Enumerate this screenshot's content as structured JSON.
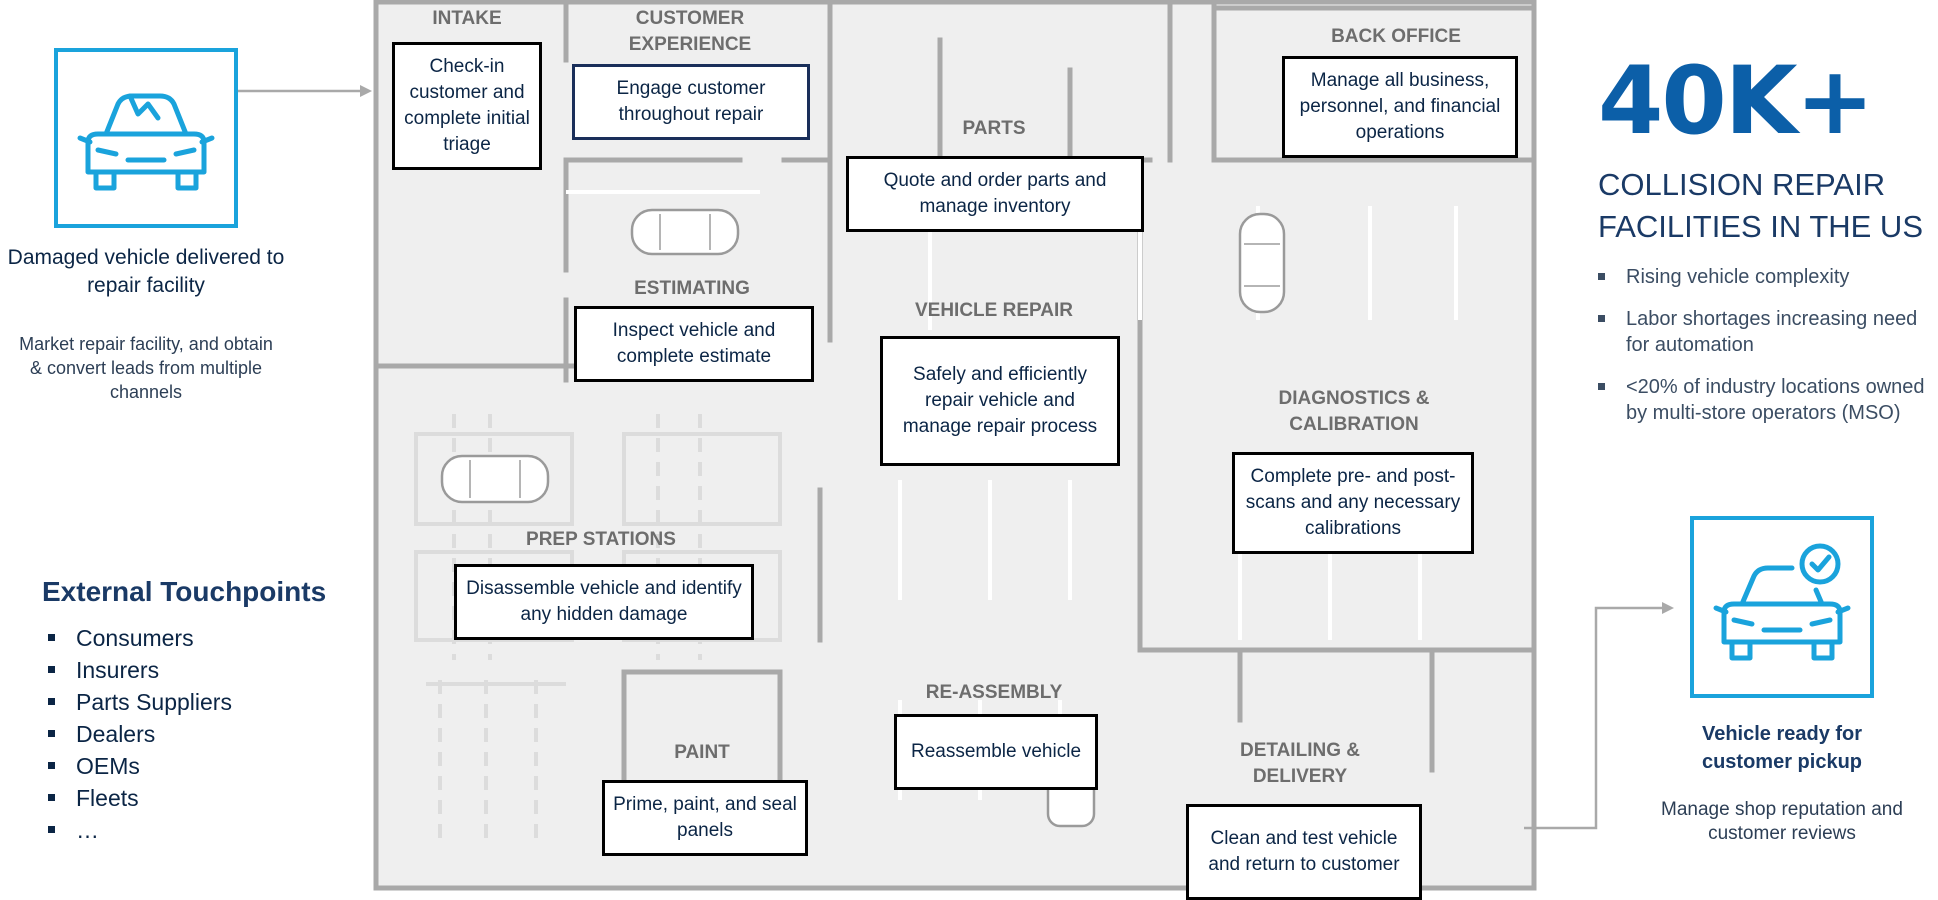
{
  "left": {
    "start_caption": "Damaged vehicle delivered to repair facility",
    "start_sub": "Market repair facility, and obtain & convert leads from multiple channels",
    "touchpoints_title": "External Touchpoints",
    "touchpoints": [
      "Consumers",
      "Insurers",
      "Parts Suppliers",
      "Dealers",
      "OEMs",
      "Fleets",
      "…"
    ]
  },
  "zones": {
    "intake": {
      "label": "INTAKE",
      "task": "Check-in customer and complete initial triage"
    },
    "customer_experience": {
      "label": "CUSTOMER EXPERIENCE",
      "task": "Engage customer throughout repair"
    },
    "parts": {
      "label": "PARTS",
      "task": "Quote and order parts and manage inventory"
    },
    "back_office": {
      "label": "BACK OFFICE",
      "task": "Manage all business, personnel, and financial operations"
    },
    "estimating": {
      "label": "ESTIMATING",
      "task": "Inspect vehicle and complete estimate"
    },
    "vehicle_repair": {
      "label": "VEHICLE REPAIR",
      "task": "Safely and efficiently repair vehicle and manage repair process"
    },
    "diagnostics": {
      "label": "DIAGNOSTICS & CALIBRATION",
      "task": "Complete pre- and post-scans and any necessary calibrations"
    },
    "prep": {
      "label": "PREP STATIONS",
      "task": "Disassemble vehicle and identify any hidden damage"
    },
    "reassembly": {
      "label": "RE-ASSEMBLY",
      "task": "Reassemble vehicle"
    },
    "paint": {
      "label": "PAINT",
      "task": "Prime, paint, and seal panels"
    },
    "detailing": {
      "label": "DETAILING & DELIVERY",
      "task": "Clean and test vehicle and return to customer"
    }
  },
  "stat": {
    "value": "40K+",
    "label": "COLLISION REPAIR FACILITIES IN THE US",
    "bullets": [
      "Rising vehicle complexity",
      "Labor shortages increasing need for automation",
      "<20% of industry locations owned by multi-store operators (MSO)"
    ]
  },
  "right": {
    "end_caption": "Vehicle ready for customer pickup",
    "end_sub": "Manage shop reputation and customer reviews"
  },
  "colors": {
    "accent_blue": "#1aa3dc",
    "navy": "#0b2545",
    "headline_blue": "#0c5fa8",
    "floor": "#efefef",
    "wall": "#a9a9a9"
  },
  "icons": [
    "damaged-car-icon",
    "car-check-icon",
    "arrow-right-icon"
  ]
}
